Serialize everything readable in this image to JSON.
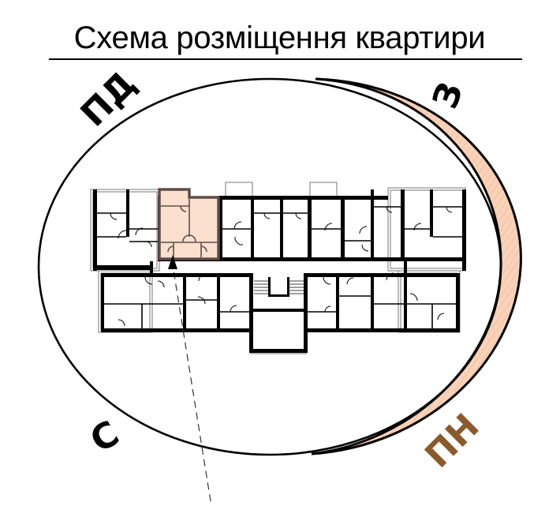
{
  "title": "Схема розміщення квартири",
  "compass": {
    "nw": {
      "label": "ПД",
      "color": "#000000"
    },
    "ne": {
      "label": "З",
      "color": "#000000"
    },
    "sw": {
      "label": "С",
      "color": "#000000"
    },
    "se": {
      "label": "ПН",
      "color": "#8b5a2b"
    }
  },
  "colors": {
    "highlight_fill": "#fbe0cf",
    "highlight_border": "#5e4d48",
    "sun_arc_fill": "#f9d2b8",
    "sun_arc_hatch": "#e3a98a",
    "wall": "#000000",
    "accent_brown": "#8b5a2b"
  },
  "plan": {
    "highlighted_apartment": "selected-apartment",
    "entrance_marker": "entrance-arrow"
  }
}
